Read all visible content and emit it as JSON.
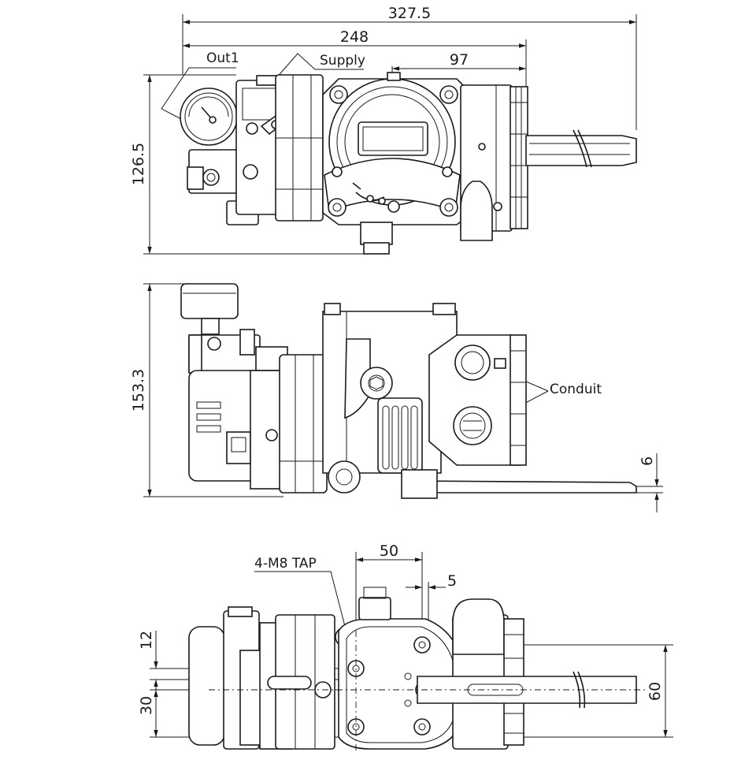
{
  "dimensions": {
    "overall_length": "327.5",
    "body_length": "248",
    "head_length": "97",
    "top_height": "126.5",
    "side_height": "153.3",
    "bracket_thickness": "6",
    "tap_spacing": "50",
    "tap_offset": "5",
    "offset_12": "12",
    "offset_30": "30",
    "bottom_height": "60"
  },
  "labels": {
    "out1": "Out1",
    "supply": "Supply",
    "conduit": "Conduit",
    "tap": "4-M8 TAP"
  }
}
